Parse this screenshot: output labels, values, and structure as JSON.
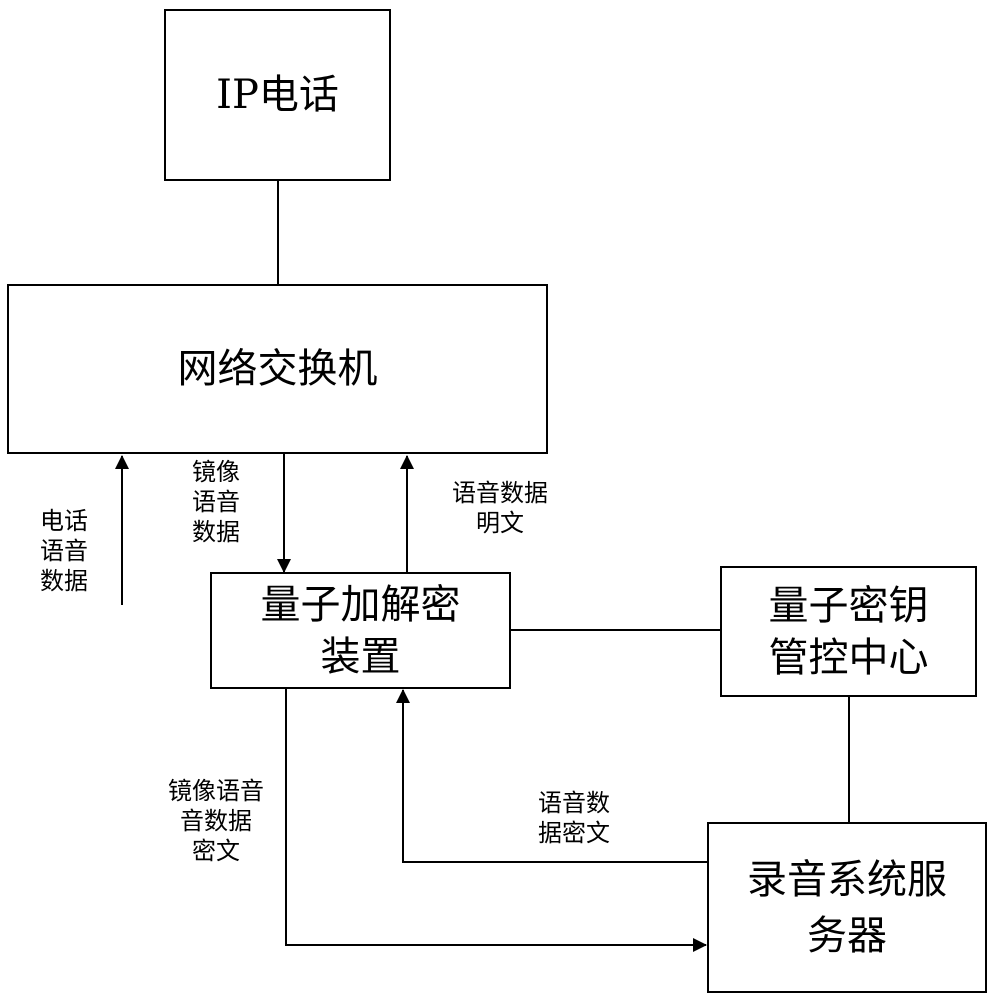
{
  "colors": {
    "stroke": "#000000",
    "background": "#ffffff"
  },
  "nodes": {
    "ip_phone": "IP电话",
    "network_switch": "网络交换机",
    "quantum_crypto_device": "量子加解密\n装置",
    "quantum_key_center": "量子密钥\n管控中心",
    "recording_server": "录音系统服\n务器"
  },
  "edge_labels": {
    "phone_voice_data": "电话\n语音\n数据",
    "mirror_voice_data": "镜像\n语音\n数据",
    "voice_data_plaintext": "语音数据\n明文",
    "mirror_voice_data_ciphertext": "镜像语音\n音数据\n密文",
    "voice_data_ciphertext": "语音数\n据密文"
  }
}
